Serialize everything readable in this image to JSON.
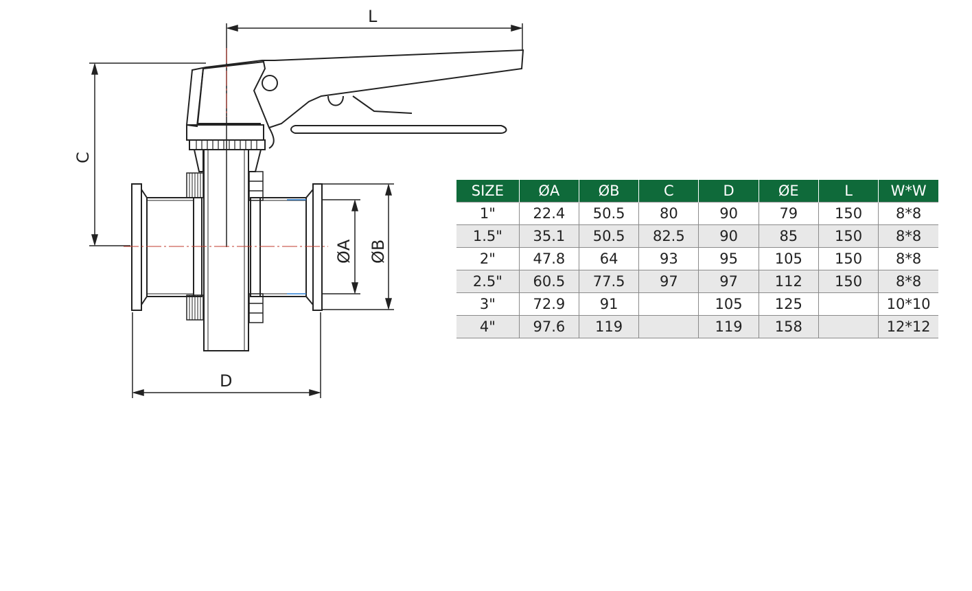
{
  "dimension_labels": {
    "L": "L",
    "C": "C",
    "D": "D",
    "A": "ØA",
    "B": "ØB"
  },
  "table": {
    "headers": [
      "SIZE",
      "ØA",
      "ØB",
      "C",
      "D",
      "ØE",
      "L",
      "W*W"
    ],
    "rows": [
      [
        "1\"",
        "22.4",
        "50.5",
        "80",
        "90",
        "79",
        "150",
        "8*8"
      ],
      [
        "1.5\"",
        "35.1",
        "50.5",
        "82.5",
        "90",
        "85",
        "150",
        "8*8"
      ],
      [
        "2\"",
        "47.8",
        "64",
        "93",
        "95",
        "105",
        "150",
        "8*8"
      ],
      [
        "2.5\"",
        "60.5",
        "77.5",
        "97",
        "97",
        "112",
        "150",
        "8*8"
      ],
      [
        "3\"",
        "72.9",
        "91",
        "",
        "105",
        "125",
        "",
        "10*10"
      ],
      [
        "4\"",
        "97.6",
        "119",
        "",
        "119",
        "158",
        "",
        "12*12"
      ]
    ]
  },
  "colors": {
    "header_bg": "#0f6a3a",
    "centerline": "#c0392b",
    "bore_line": "#2a7fd4"
  }
}
